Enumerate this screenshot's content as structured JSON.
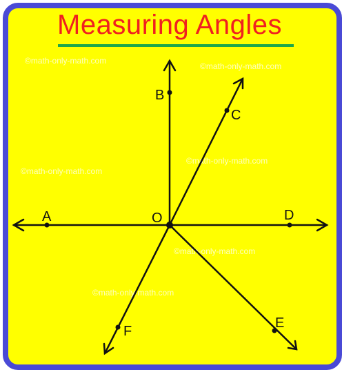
{
  "title": "Measuring Angles",
  "watermark": "©math-only-math.com",
  "colors": {
    "background": "#ffff00",
    "border": "#4a4ad6",
    "title": "#f02020",
    "underline": "#1ea84a",
    "lines": "#111111"
  },
  "points": {
    "A": "A",
    "B": "B",
    "C": "C",
    "D": "D",
    "E": "E",
    "F": "F",
    "O": "O"
  }
}
